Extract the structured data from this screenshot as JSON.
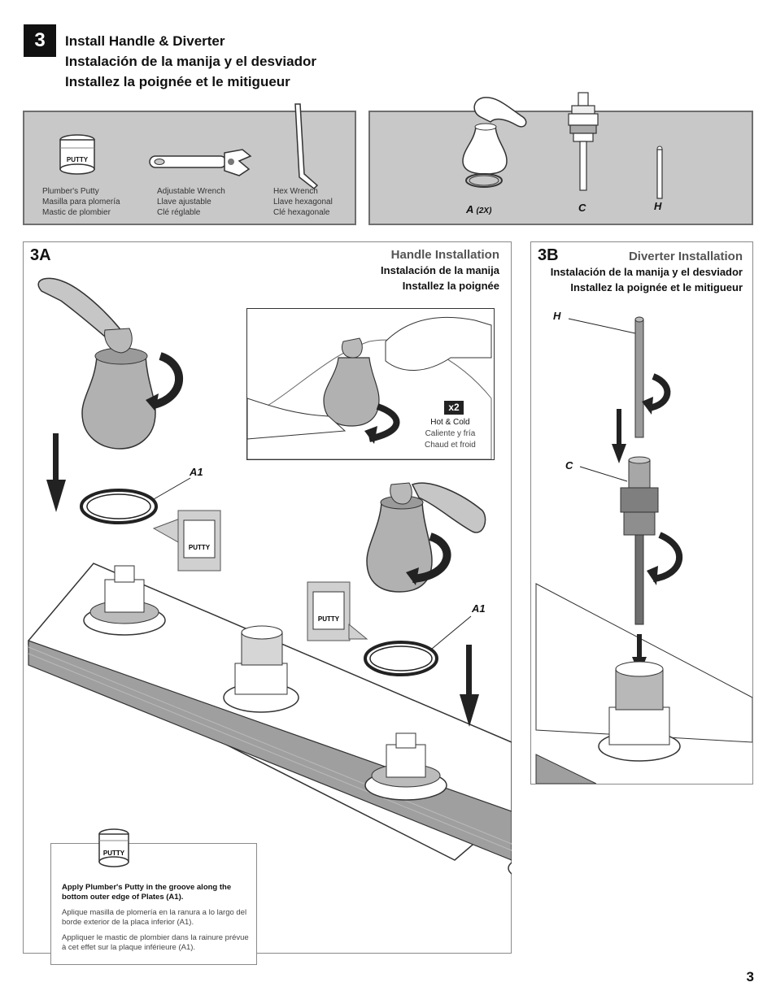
{
  "step": {
    "number": "3",
    "title_en": "Install Handle & Diverter",
    "title_es": "Instalación de la manija y el desviador",
    "title_fr": "Installez la poignée et le mitigueur"
  },
  "tools": [
    {
      "name_en": "Plumber's Putty",
      "name_es": "Masilla para plomería",
      "name_fr": "Mastic de plombier",
      "label_on_can": "PUTTY"
    },
    {
      "name_en": "Adjustable Wrench",
      "name_es": "Llave ajustable",
      "name_fr": "Clé réglable"
    },
    {
      "name_en": "Hex Wrench",
      "name_es": "Llave hexagonal",
      "name_fr": "Clé hexagonale"
    }
  ],
  "parts": [
    {
      "letter": "A",
      "qty": "(2X)"
    },
    {
      "letter": "C"
    },
    {
      "letter": "H"
    }
  ],
  "section_3a": {
    "label": "3A",
    "heading_en": "Handle Installation",
    "heading_es": "Instalación de la manija",
    "heading_fr": "Installez la poignée",
    "inset_badge": "x2",
    "inset_en": "Hot & Cold",
    "inset_es": "Caliente y fría",
    "inset_fr": "Chaud et froid",
    "callout_a1": "A1",
    "callout_a1_second": "A1",
    "putty_label": "PUTTY"
  },
  "section_3b": {
    "label": "3B",
    "heading_en": "Diverter Installation",
    "heading_es": "Instalación de la manija y el desviador",
    "heading_fr": "Installez la poignée et le mitigueur",
    "callout_h": "H",
    "callout_c": "C"
  },
  "note": {
    "putty_label": "PUTTY",
    "text_en": "Apply Plumber's Putty in the groove along the bottom outer edge of Plates (A1).",
    "text_es": "Aplique masilla de plomería en la ranura a lo largo del borde exterior de la placa inferior (A1).",
    "text_fr": "Appliquer le mastic de plombier dans la rainure prévue à cet effet sur la plaque inférieure (A1)."
  },
  "page_number": "3",
  "colors": {
    "panel_gray": "#c8c8c8",
    "part_gray": "#9a9a9a",
    "dark": "#111111"
  }
}
